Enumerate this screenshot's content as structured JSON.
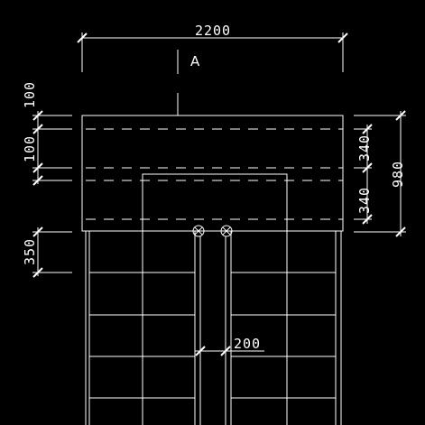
{
  "drawing": {
    "background": "#000000",
    "line_color": "#ffffff",
    "section_label": "A",
    "dimensions": {
      "overall_width": "2200",
      "top_offset_1": "100",
      "top_offset_2": "100",
      "depth_1": "340",
      "depth_2": "340",
      "total_depth": "980",
      "tread_depth": "350",
      "gap_width": "200"
    }
  }
}
